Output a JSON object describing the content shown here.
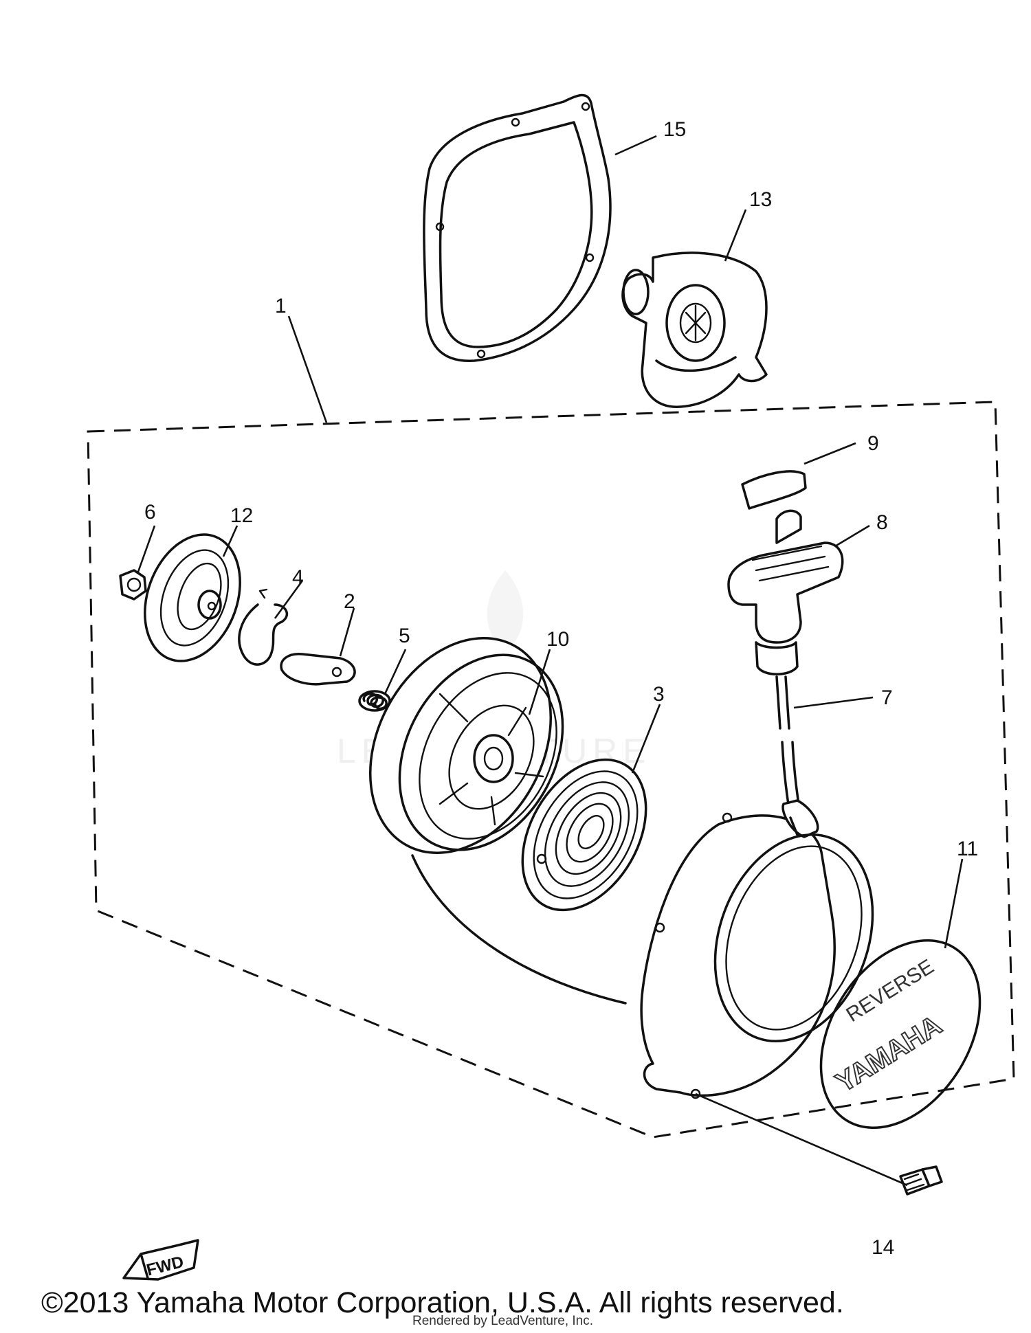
{
  "parts": {
    "p1": "1",
    "p2": "2",
    "p3": "3",
    "p4": "4",
    "p5": "5",
    "p6": "6",
    "p7": "7",
    "p8": "8",
    "p9": "9",
    "p10": "10",
    "p11": "11",
    "p12": "12",
    "p13": "13",
    "p14": "14",
    "p15": "15"
  },
  "emblem": {
    "line1": "REVERSE",
    "line2": "YAMAHA"
  },
  "fwd_label": "FWD",
  "watermark": "LEADVENTURE",
  "footer": {
    "copyright": "©2013 Yamaha Motor Corporation, U.S.A. All rights reserved.",
    "rendered_by": "Rendered by LeadVenture, Inc."
  }
}
